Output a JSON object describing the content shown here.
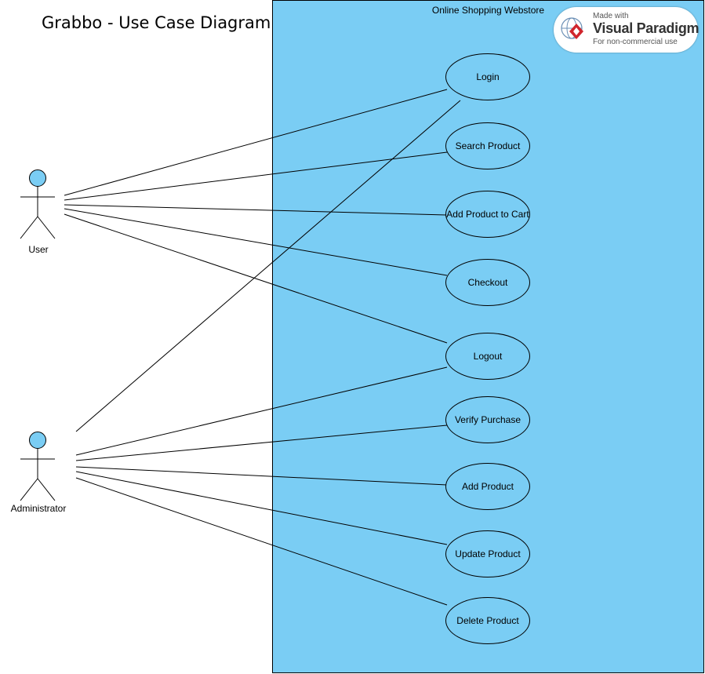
{
  "title": "Grabbo - Use Case Diagram",
  "system": {
    "label": "Online Shopping Webstore",
    "fill": "#7acdf4"
  },
  "actors": [
    {
      "id": "user",
      "label": "User"
    },
    {
      "id": "admin",
      "label": "Administrator"
    }
  ],
  "use_cases": [
    {
      "id": "login",
      "label": "Login"
    },
    {
      "id": "search",
      "label": "Search Product"
    },
    {
      "id": "addcart",
      "label": "Add Product to Cart"
    },
    {
      "id": "checkout",
      "label": "Checkout"
    },
    {
      "id": "logout",
      "label": "Logout"
    },
    {
      "id": "verify",
      "label": "Verify Purchase"
    },
    {
      "id": "addprod",
      "label": "Add Product"
    },
    {
      "id": "update",
      "label": "Update Product"
    },
    {
      "id": "delete",
      "label": "Delete Product"
    }
  ],
  "associations": [
    [
      "user",
      "login"
    ],
    [
      "user",
      "search"
    ],
    [
      "user",
      "addcart"
    ],
    [
      "user",
      "checkout"
    ],
    [
      "user",
      "logout"
    ],
    [
      "admin",
      "login"
    ],
    [
      "admin",
      "logout"
    ],
    [
      "admin",
      "verify"
    ],
    [
      "admin",
      "addprod"
    ],
    [
      "admin",
      "update"
    ],
    [
      "admin",
      "delete"
    ]
  ],
  "watermark": {
    "line1": "Made with",
    "brand": "Visual Paradigm",
    "line2": "For non-commercial use"
  }
}
